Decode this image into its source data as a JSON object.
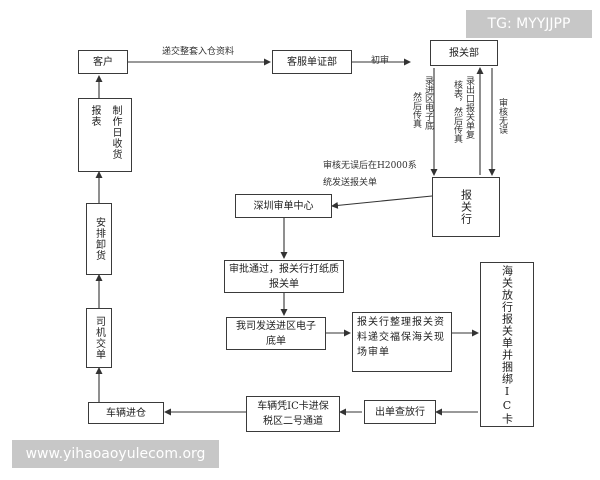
{
  "watermark_top": "TG: MYYJJPP",
  "watermark_bottom": "www.yihaoaoyulecom.org",
  "nodes": {
    "kehu": "客户",
    "kefu": "客服单证部",
    "baoguanbu": "报关部",
    "baoguanhang": "报关行",
    "shenzhen": "深圳审单中心",
    "shenpi": "审批通过，报关行打纸质报关单",
    "wosi": "我司发送进区电子底单",
    "baoguanhang_zhengli": "报关行整理报关资料递交福保海关现场审单",
    "haiguan": "海关放行报关单并捆绑IC卡",
    "chudan": "出单查放行",
    "cheliang_ic": "车辆凭IC卡进保税区二号通道",
    "cheliang_jincang": "车辆进仓",
    "siji": "司机交单",
    "anpai": "安排卸货",
    "baobiao": "报表",
    "zhizuo": "制作日收货"
  },
  "edges": {
    "dijiao": "递交整套入仓资料",
    "chushen": "初审",
    "luru_col1": "录进区电子底",
    "luru_col2": "然后传真",
    "luchu_col1": "录出口报关单复",
    "luchu_col2": "核表，然后传真",
    "shenhe_wuwu": "审核无误",
    "h2000_line1": "审核无误后在H2000系",
    "h2000_line2": "统发送报关单"
  }
}
